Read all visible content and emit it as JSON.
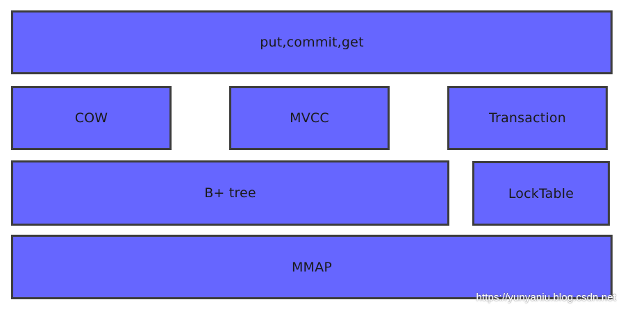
{
  "blocks": {
    "api": "put,commit,get",
    "cow": "COW",
    "mvcc": "MVCC",
    "transaction": "Transaction",
    "btree": "B+ tree",
    "locktable": "LockTable",
    "mmap": "MMAP"
  },
  "watermark": "https://yunyaniu.blog.csdn.net",
  "colors": {
    "block_fill": "#6666ff",
    "block_border": "#3c3c3c"
  }
}
